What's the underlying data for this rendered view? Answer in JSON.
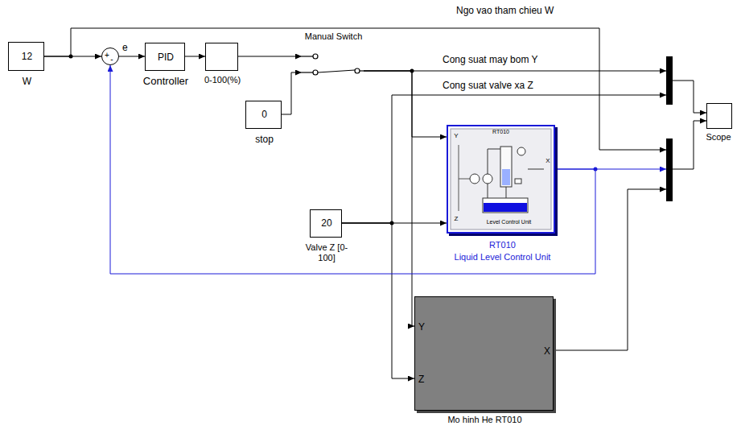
{
  "diagram": {
    "nodes": [
      {
        "text": [
          "12",
          "W"
        ]
      },
      {
        "text": [
          "+",
          "-"
        ]
      },
      {
        "text": [
          "PID",
          "Controller"
        ]
      },
      {
        "text": [
          "0-100(%)"
        ]
      },
      {
        "text": [
          "Manual Switch"
        ]
      },
      {
        "text": [
          "0",
          "stop"
        ]
      },
      {
        "text": [
          "20",
          "Valve Z [0-100]"
        ]
      },
      {
        "text": [
          "RT010",
          "Liquid Level Control Unit"
        ]
      },
      {
        "text": [
          "Y",
          "Z",
          "X",
          "Mo hinh He RT010"
        ]
      },
      {
        "text": []
      },
      {
        "text": []
      },
      {
        "text": [
          "Scope"
        ]
      }
    ],
    "edges": [
      {
        "from": 0,
        "to": 1,
        "arrow": "to"
      },
      {
        "from": 1,
        "to": 2,
        "label": "e",
        "arrow": "to"
      },
      {
        "from": 2,
        "to": 3,
        "arrow": "to"
      },
      {
        "from": 3,
        "to": 4,
        "arrow": "to"
      },
      {
        "from": 5,
        "to": 4,
        "arrow": "to"
      },
      {
        "from": 4,
        "to": 9,
        "label": "Cong suat may bom Y",
        "arrow": "to"
      },
      {
        "from": 4,
        "to": 7,
        "arrow": "to"
      },
      {
        "from": 4,
        "to": 8,
        "arrow": "to"
      },
      {
        "from": 6,
        "to": 9,
        "label": "Cong suat valve xa Z",
        "arrow": "to"
      },
      {
        "from": 6,
        "to": 7,
        "arrow": "to"
      },
      {
        "from": 6,
        "to": 8,
        "arrow": "to"
      },
      {
        "from": 0,
        "to": 10,
        "label": "Ngo vao tham chieu W",
        "arrow": "to"
      },
      {
        "from": 7,
        "to": 10,
        "arrow": "to"
      },
      {
        "from": 7,
        "to": 1,
        "arrow": "to"
      },
      {
        "from": 8,
        "to": 10,
        "arrow": "to"
      },
      {
        "from": 9,
        "to": 11,
        "arrow": "to"
      },
      {
        "from": 10,
        "to": 11,
        "arrow": "to"
      }
    ],
    "labels": [
      "RT010",
      "Level Control Unit",
      "Y",
      "Z",
      "X"
    ]
  }
}
